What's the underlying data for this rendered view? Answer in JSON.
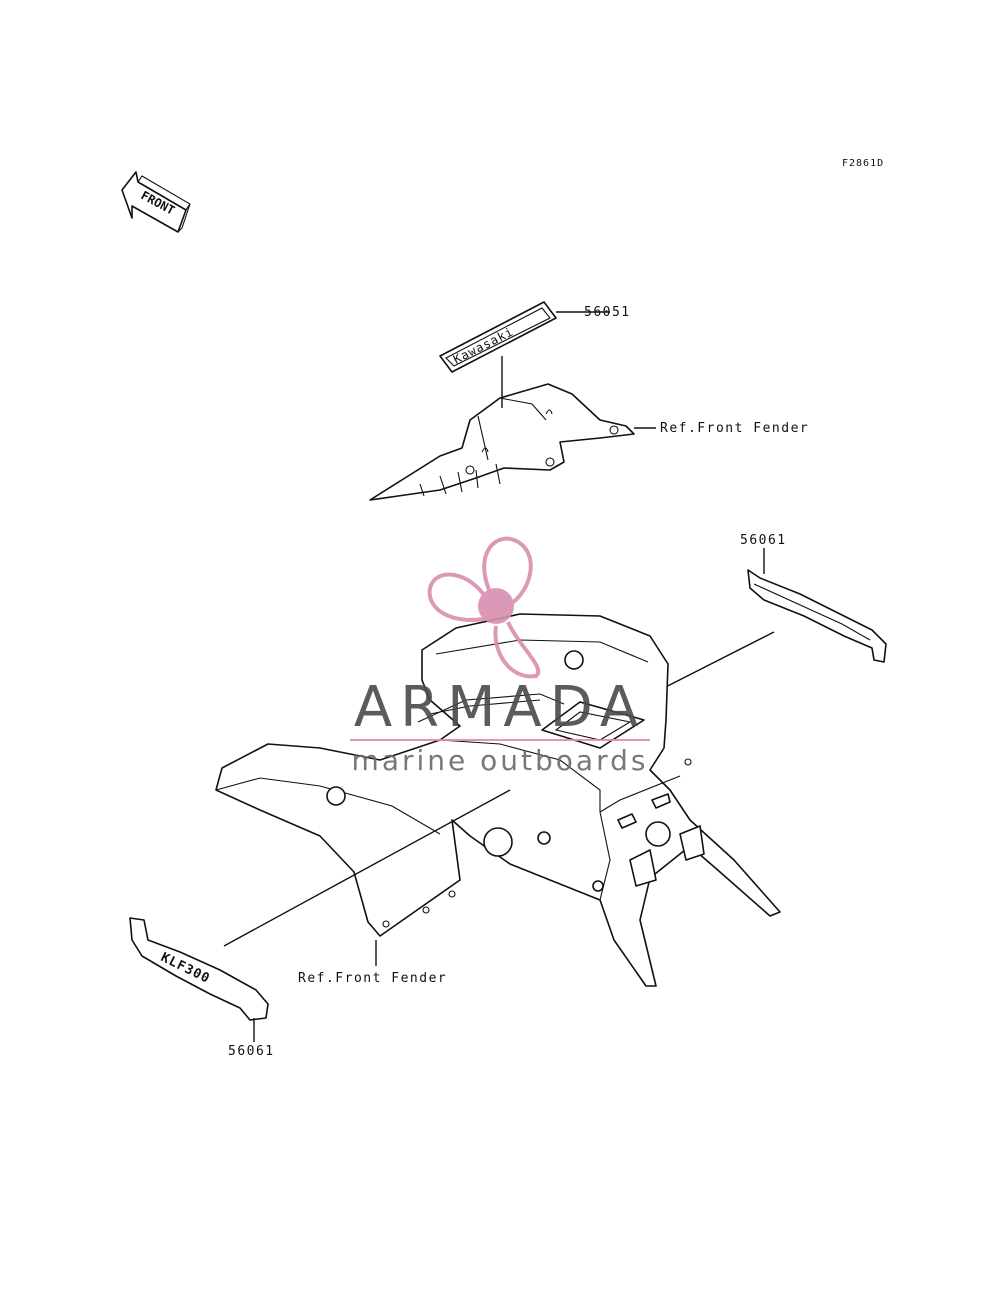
{
  "figure_code": "F2861D",
  "front_arrow": {
    "label": "FRONT"
  },
  "callouts": {
    "top_emblem_part": "56051",
    "top_ref": "Ref.Front Fender",
    "right_decal_part": "56061",
    "bottom_ref": "Ref.Front Fender",
    "left_decal_part": "56061"
  },
  "decals": {
    "top_emblem_text": "Kawasaki",
    "left_decal_text": "KLF300"
  },
  "watermark": {
    "name": "ARMADA",
    "subtitle": "marine outboards",
    "color": "#d98fb0"
  }
}
